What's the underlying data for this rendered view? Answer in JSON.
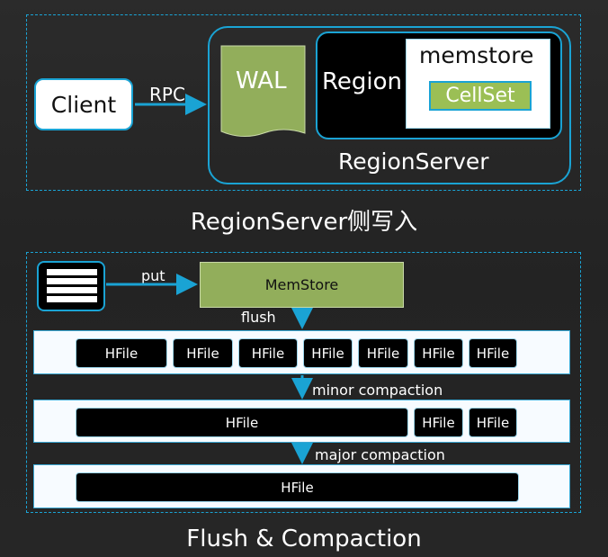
{
  "top": {
    "client": "Client",
    "rpc": "RPC",
    "wal": "WAL",
    "region": "Region",
    "memstore": "memstore",
    "cellset": "CellSet",
    "region_server": "RegionServer",
    "caption": "RegionServer侧写入"
  },
  "bottom": {
    "put": "put",
    "memstore": "MemStore",
    "flush": "flush",
    "minor": "minor compaction",
    "major": "major compaction",
    "row1": [
      "HFile",
      "HFile",
      "HFile",
      "HFile",
      "HFile",
      "HFile",
      "HFile"
    ],
    "row2": [
      "HFile",
      "HFile",
      "HFile"
    ],
    "row3": [
      "HFile"
    ],
    "caption": "Flush & Compaction"
  },
  "colors": {
    "accent": "#1aa3d4",
    "green": "#92ae5b",
    "cellset_green": "#9bbf55"
  }
}
